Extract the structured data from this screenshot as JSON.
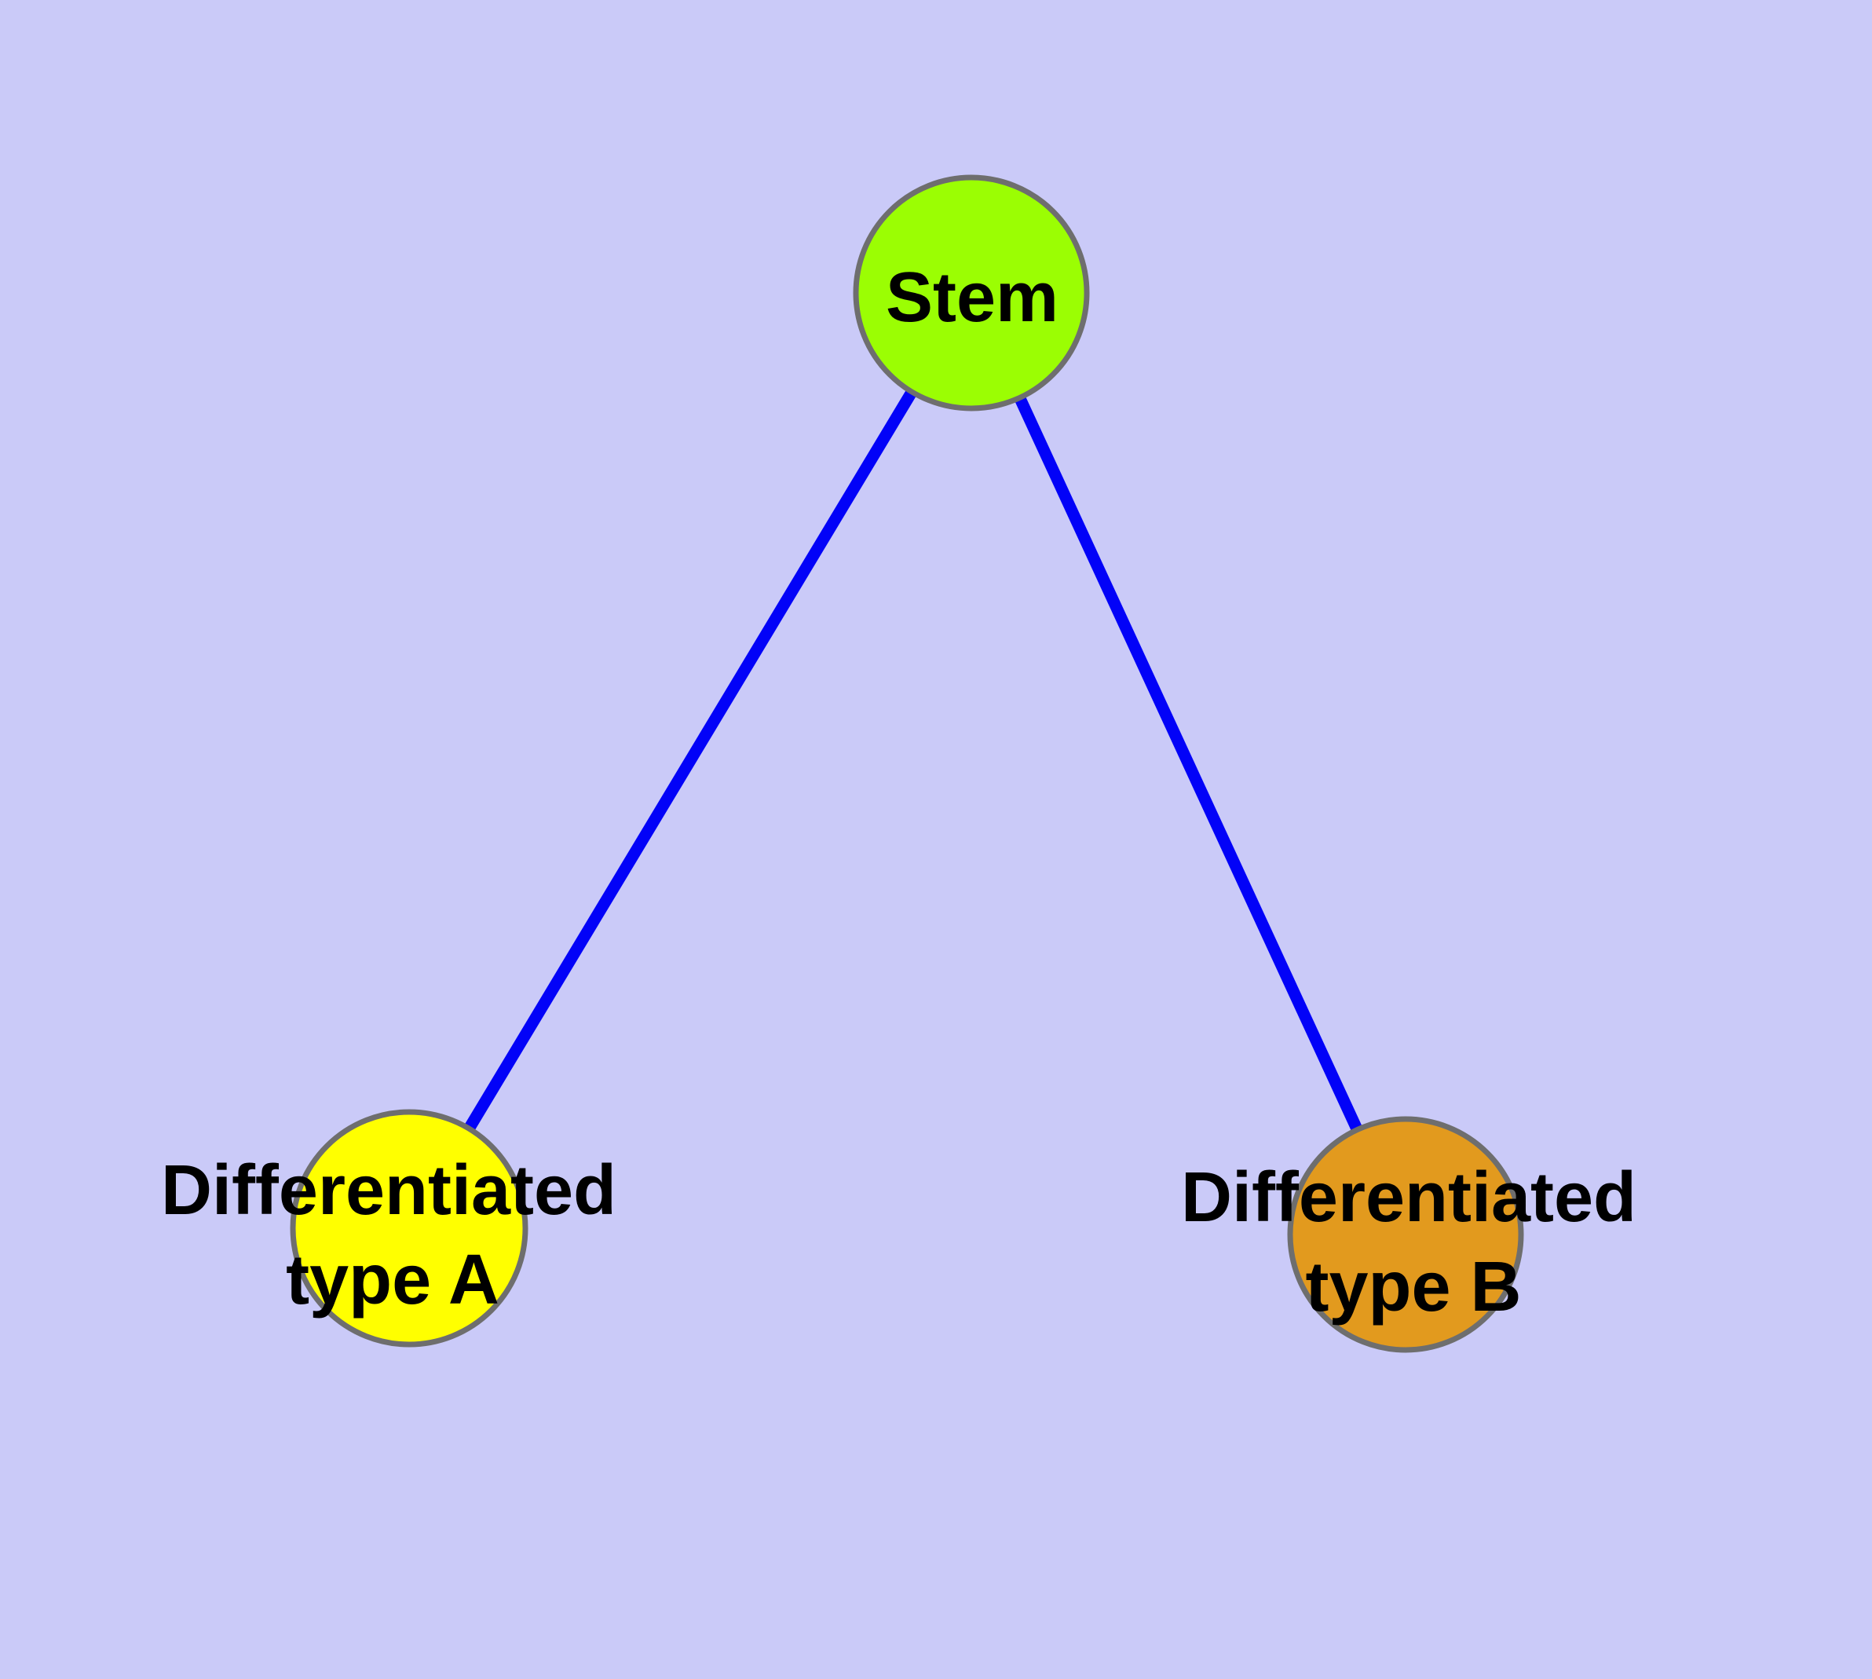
{
  "diagram": {
    "background_color": "#cacaf8",
    "edge_color": "#0202f8",
    "node_border_color": "#6e6e6e",
    "label_color": "#000000",
    "nodes": [
      {
        "id": "stem",
        "label": "Stem",
        "label_lines": [
          "Stem"
        ],
        "color": "#9bfe03"
      },
      {
        "id": "differentiated-type-a",
        "label": "Differentiated type A",
        "label_lines": [
          "Differentiated",
          "type A"
        ],
        "color": "#ffff00"
      },
      {
        "id": "differentiated-type-b",
        "label": "Differentiated type B",
        "label_lines": [
          "Differentiated",
          "type B"
        ],
        "color": "#e29a1e"
      }
    ],
    "edges": [
      {
        "from": "stem",
        "to": "differentiated-type-a"
      },
      {
        "from": "stem",
        "to": "differentiated-type-b"
      }
    ]
  }
}
